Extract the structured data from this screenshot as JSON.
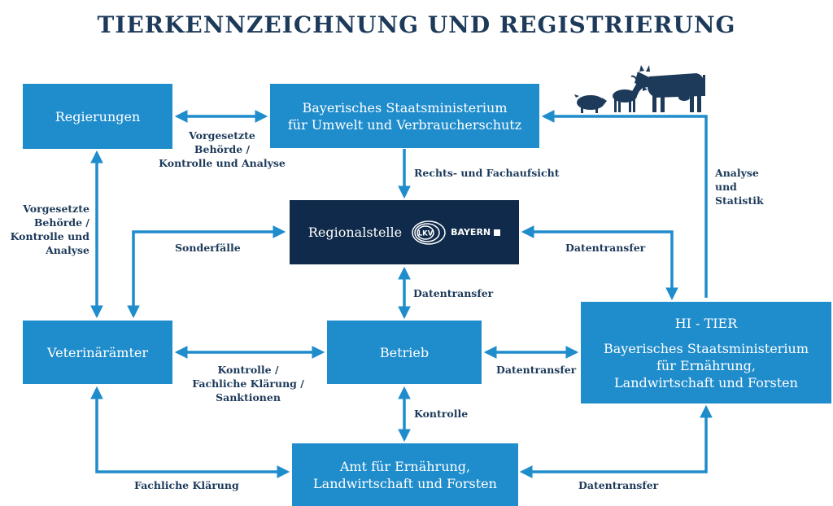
{
  "title": "TIERKENNZEICHNUNG UND REGISTRIERUNG",
  "colors": {
    "box": "#1f8ccc",
    "box_dark": "#0f2a4a",
    "arrow": "#1f8ccc",
    "text": "#1d3a5a"
  },
  "boxes": {
    "regierungen": "Regierungen",
    "ministerium_umwelt_line1": "Bayerisches Staatsministerium",
    "ministerium_umwelt_line2": "für Umwelt und Verbraucherschutz",
    "regionalstelle": "Regionalstelle",
    "logo_mark": "LKV",
    "logo_text": "BAYERN",
    "veterinaeraemter": "Veterinärämter",
    "betrieb": "Betrieb",
    "hitier_line1": "HI - TIER",
    "hitier_line2": "Bayerisches Staatsministerium",
    "hitier_line3": "für Ernährung,",
    "hitier_line4": "Landwirtschaft und Forsten",
    "amt_line1": "Amt für Ernährung,",
    "amt_line2": "Landwirtschaft und Forsten"
  },
  "labels": {
    "top_mid": [
      "Vorgesetzte",
      "Behörde /",
      "Kontrolle und Analyse"
    ],
    "left": [
      "Vorgesetzte",
      "Behörde /",
      "Kontrolle und",
      "Analyse"
    ],
    "rechtsaufsicht": "Rechts- und Fachaufsicht",
    "analyse": [
      "Analyse",
      "und",
      "Statistik"
    ],
    "sonderfaelle": "Sonderfälle",
    "datentransfer_regional": "Datentransfer",
    "datentransfer_betrieb_up": "Datentransfer",
    "kontrolle_mid": [
      "Kontrolle /",
      "Fachliche Klärung /",
      "Sanktionen"
    ],
    "datentransfer_betrieb_hitier": "Datentransfer",
    "kontrolle_down": "Kontrolle",
    "fachliche_klaerung": "Fachliche Klärung",
    "datentransfer_bottom": "Datentransfer"
  },
  "icons": [
    "pig-icon",
    "goat-icon",
    "cow-icon"
  ]
}
